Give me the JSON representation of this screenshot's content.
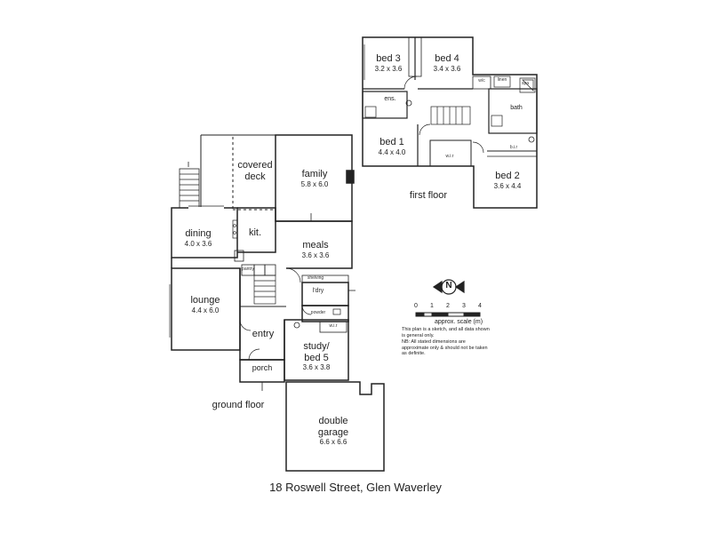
{
  "address": "18 Roswell Street, Glen Waverley",
  "floors": {
    "ground": "ground floor",
    "first": "first floor"
  },
  "rooms": {
    "covered_deck": {
      "name": "covered\ndeck"
    },
    "family": {
      "name": "family",
      "dim": "5.8 x 6.0"
    },
    "dining": {
      "name": "dining",
      "dim": "4.0 x 3.6"
    },
    "kit": {
      "name": "kit."
    },
    "meals": {
      "name": "meals",
      "dim": "3.6 x 3.6"
    },
    "lounge": {
      "name": "lounge",
      "dim": "4.4 x 6.0"
    },
    "entry": {
      "name": "entry"
    },
    "porch": {
      "name": "porch"
    },
    "study": {
      "name": "study/\nbed 5",
      "dim": "3.6 x 3.8"
    },
    "garage": {
      "name": "double\ngarage",
      "dim": "6.6 x 6.6"
    },
    "bed3": {
      "name": "bed 3",
      "dim": "3.2 x 3.6"
    },
    "bed4": {
      "name": "bed 4",
      "dim": "3.4 x 3.6"
    },
    "bed1": {
      "name": "bed 1",
      "dim": "4.4 x 4.0"
    },
    "bed2": {
      "name": "bed 2",
      "dim": "3.6 x 4.4"
    },
    "ens": {
      "name": "ens."
    },
    "bath": {
      "name": "bath"
    }
  },
  "small_labels": {
    "ldry": "l'dry",
    "shelving": "shelving",
    "powder": "powder",
    "wir": "w.i.r",
    "linen": "linen",
    "spa": "spa",
    "wc": "w/c",
    "pantry": "pantry",
    "bir": "b.i.r"
  },
  "scale": {
    "ticks": [
      "0",
      "1",
      "2",
      "3",
      "4"
    ],
    "label": "approx. scale (m)",
    "note1": "This plan is a sketch, and all data shown is general only.",
    "note2": "NB: All stated dimensions are approximate only & should not be taken as definite."
  },
  "compass": {
    "letter": "N"
  }
}
